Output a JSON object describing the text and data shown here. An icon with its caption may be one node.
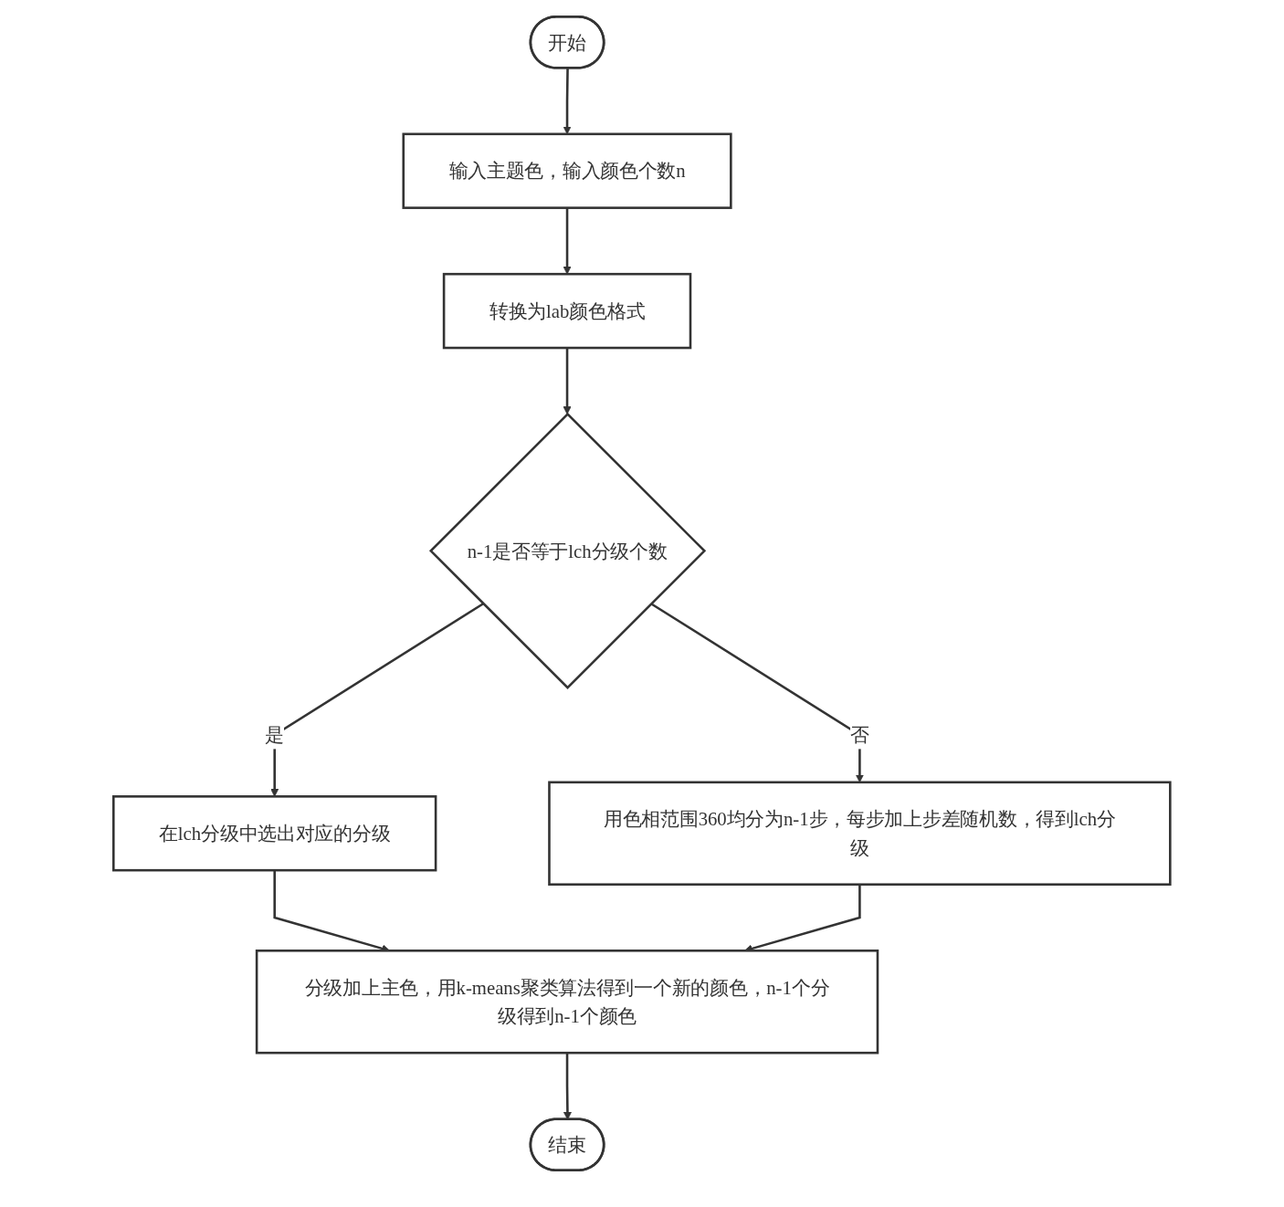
{
  "diagram": {
    "nodes": [
      {
        "text": [
          "开始"
        ]
      },
      {
        "text": [
          "输入主题色，输入颜色个数n"
        ]
      },
      {
        "text": [
          "转换为lab颜色格式"
        ]
      },
      {
        "text": [
          "n-1是否等于lch分级个数"
        ]
      },
      {
        "text": [
          "在lch分级中选出对应的分级"
        ]
      },
      {
        "text": [
          "用色相范围360均分为n-1步，每步加上步差随机数，得到lch分级"
        ]
      },
      {
        "text": [
          "分级加上主色，用k-means聚类算法得到一个新的颜色，n-1个分级得到n-1个颜色"
        ]
      },
      {
        "text": [
          "结束"
        ]
      }
    ],
    "edges": [
      {
        "from": 0,
        "to": 1,
        "arrow": "to"
      },
      {
        "from": 1,
        "to": 2,
        "arrow": "to"
      },
      {
        "from": 2,
        "to": 3,
        "arrow": "to"
      },
      {
        "from": 3,
        "to": 4,
        "arrow": "to",
        "label": "是"
      },
      {
        "from": 3,
        "to": 5,
        "arrow": "to",
        "label": "否"
      },
      {
        "from": 4,
        "to": 6,
        "arrow": "to"
      },
      {
        "from": 5,
        "to": 6,
        "arrow": "to"
      },
      {
        "from": 6,
        "to": 7,
        "arrow": "to"
      }
    ]
  }
}
